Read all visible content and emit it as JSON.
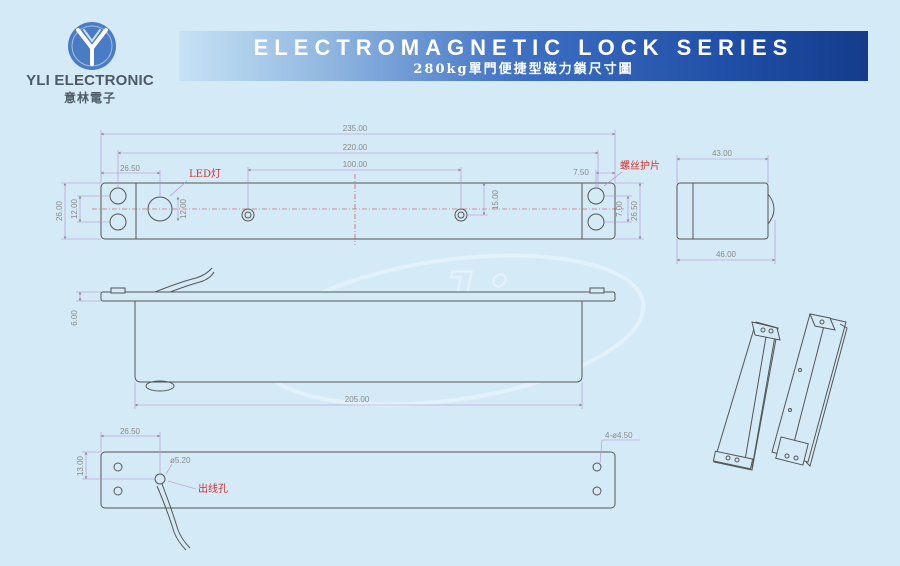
{
  "brand": {
    "name": "YLI ELECTRONIC",
    "name_cn": "意林電子",
    "logo_color": "#4a7cc6",
    "watermark": "yli"
  },
  "banner": {
    "title": "ELECTROMAGNETIC LOCK SERIES",
    "subtitle": "280kg單門便捷型磁力鎖尺寸圖"
  },
  "dimensions": {
    "overall_length": "235.00",
    "hole_span": "220.00",
    "bolt_span": "100.00",
    "left_offset": "26.50",
    "right_offset": "7.50",
    "height": "26.00",
    "hole_pitch_left": "12.00",
    "led_height": "12.00",
    "bolt_offset": "15.00",
    "hole_pitch_right": "7.00",
    "right_height": "26.50",
    "side_top_width": "43.00",
    "side_bottom_width": "46.00",
    "flange_thickness": "6.00",
    "body_length": "205.00",
    "bottom_left_offset": "26.50",
    "cable_hole": "ø5.20",
    "mount_holes": "4-ø4.50"
  },
  "labels": {
    "led": "LED灯",
    "screw_cover": "螺丝护片",
    "cable_outlet": "出线孔"
  }
}
